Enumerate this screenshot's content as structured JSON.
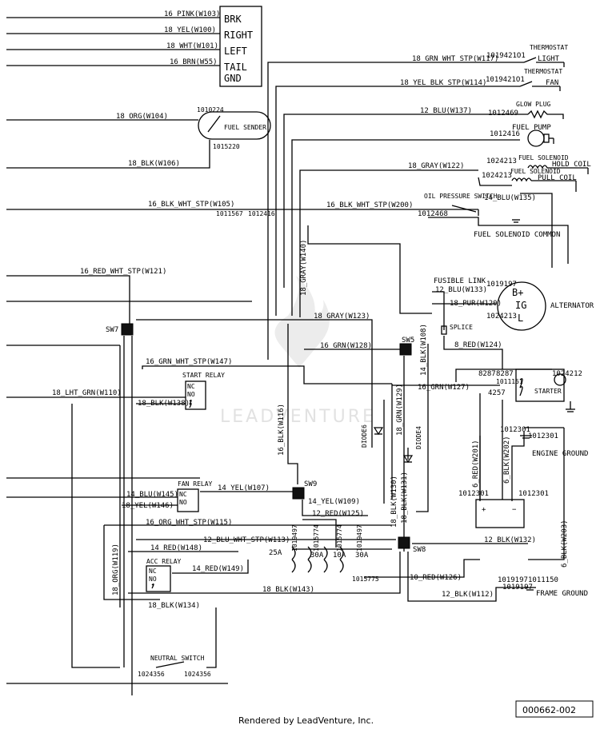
{
  "labels": {
    "light_box": [
      "BRK",
      "RIGHT",
      "LEFT",
      "TAIL",
      "GND"
    ],
    "w_pink": "16_PINK(W103)",
    "w_yel100": "18_YEL(W100)",
    "w_wht101": "18_WHT(W101)",
    "w_brn55": "16_BRN(W55)",
    "w_grnwht117": "18_GRN_WHT_STP(W117)",
    "w_yelblk114": "18_YEL_BLK_STP(W114)",
    "w_blu137": "12_BLU(W137)",
    "w_org104": "18_ORG(W104)",
    "w_blk106": "18_BLK(W106)",
    "w_gray122": "18_GRAY(W122)",
    "w_blkwht105": "16_BLK_WHT_STP(W105)",
    "w_blkwht200": "16_BLK_WHT_STP(W200)",
    "w_blu135": "14_BLU(W135)",
    "w_gray140": "18_GRAY(W140)",
    "w_redwht121": "16_RED_WHT_STP(W121)",
    "w_blu133": "12_BLU(W133)",
    "w_pur120": "18_PUR(W120)",
    "w_gray123": "18_GRAY(W123)",
    "w_grn128": "16_GRN(W128)",
    "w_blk108": "14_BLK(W108)",
    "w_red124": "8_RED(W124)",
    "w_grnwht147": "16_GRN_WHT_STP(W147)",
    "w_grn127": "16_GRN(W127)",
    "w_lhtgrn110": "18_LHT_GRN(W110)",
    "w_blk138": "18_BLK(W138)",
    "w_grn129": "18_GRN(W129)",
    "w_blk116": "16_BLK(W116)",
    "w_red201": "6_RED(W201)",
    "w_blk202": "6_BLK(W202)",
    "w_blu145": "14_BLU(W145)",
    "w_yel107": "14_YEL(W107)",
    "w_yel146": "18_YEL(W146)",
    "w_yel109": "14_YEL(W109)",
    "w_red125": "12_RED(W125)",
    "w_orgwht115": "16_ORG_WHT_STP(W115)",
    "w_blk130": "18_BLK(W130)",
    "w_blk131": "18_BLK(W131)",
    "w_bluwht113": "12_BLU_WHT_STP(W113)",
    "w_blk132": "12_BLK(W132)",
    "w_red148": "14_RED(W148)",
    "w_blk203": "6_BLK(W203)",
    "w_org119": "18_ORG(W119)",
    "w_red149": "14_RED(W149)",
    "w_red126": "10_RED(W126)",
    "w_blk143": "18_BLK(W143)",
    "w_blk112": "12_BLK(W112)",
    "w_blk134": "18_BLK(W134)",
    "thermostat1": "THERMOSTAT",
    "thermostat2": "THERMOSTAT",
    "light": "LIGHT",
    "fan": "FAN",
    "glow_plug": "GLOW PLUG",
    "fuel_pump": "FUEL PUMP",
    "fuel_solenoid1": "FUEL SOLENOID",
    "fuel_solenoid2": "FUEL SOLENOID",
    "hold_coil": "HOLD COIL",
    "pull_coil": "PULL COIL",
    "oil_pressure_switch": "OIL PRESSURE SWITCH",
    "fuel_solenoid_common": "FUEL SOLENOID COMMON",
    "fuel_sender": "FUEL SENDER",
    "fusible_link": "FUSIBLE LINK",
    "alternator": "ALTERNATOR",
    "alt_b": "B+",
    "alt_ig": "IG",
    "alt_l": "L",
    "splice": "SPLICE",
    "start_relay": "START RELAY",
    "starter": "STARTER",
    "fan_relay": "FAN RELAY",
    "acc_relay": "ACC RELAY",
    "nc": "NC",
    "no": "NO",
    "engine_ground": "ENGINE GROUND",
    "frame_ground": "FRAME GROUND",
    "neutral_switch": "NEUTRAL SWITCH",
    "sw7": "SW7",
    "sw5": "SW5",
    "sw9": "SW9",
    "sw8": "SW8",
    "diode6": "DIODE6",
    "diode4": "DIODE4",
    "fuse_25a": "25A",
    "fuse_30a_1": "30A",
    "fuse_10a": "10A",
    "fuse_30a_2": "30A"
  },
  "parts": {
    "p1019421_a": "1019421O1",
    "p1019421_b": "1019421O1",
    "p1012469": "1012469",
    "p1012416_a": "1012416",
    "p1010224": "1010224",
    "p1015220": "1015220",
    "p1024213_a": "1024213",
    "p1024213_b": "1024213",
    "p1011567": "1011567",
    "p1012416_b": "1012416",
    "p1012468": "1012468",
    "p1019197_a": "1019197",
    "p1024213_c": "1024213",
    "p8287_a": "8287",
    "p8287_b": "8287",
    "p1011151": "1011151",
    "p4257": "4257",
    "p1024212": "1024212",
    "p1012301_a": "1012301",
    "p1012301_b": "1012301",
    "p1012301_c": "1012301",
    "p1012301_d": "1012301",
    "p1019497_a": "1019497",
    "p1015774_a": "1015774",
    "p1015774_b": "1015774",
    "p1019497_b": "1019497",
    "p1015775": "1015775",
    "p1019197_b": "1019197",
    "p1011150": "1011150",
    "p1019197_c": "1019197",
    "p1024356_a": "1024356",
    "p1024356_b": "1024356"
  },
  "watermark": "LEADVENTURE",
  "footer": {
    "rendered_by": "Rendered by LeadVenture, Inc.",
    "doc_id": "000662-002"
  }
}
